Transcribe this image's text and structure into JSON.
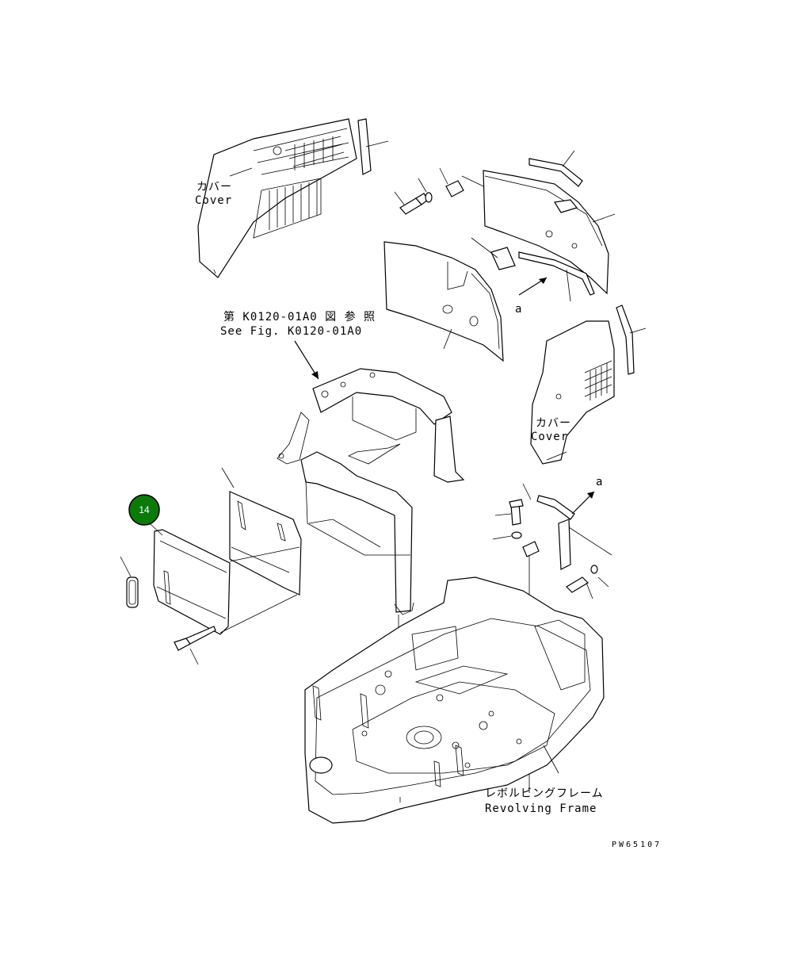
{
  "labels": {
    "cover_top_jp": "カバー",
    "cover_top_en": "Cover",
    "see_fig_jp": "第 K0120-01A0 図 参 照",
    "see_fig_en": "See Fig. K0120-01A0",
    "cover_right_jp": "カバー",
    "cover_right_en": "Cover",
    "revolving_jp": "レボルビングフレーム",
    "revolving_en": "Revolving Frame",
    "arrow_a_1": "a",
    "arrow_a_2": "a",
    "drawing_code": "PW65107"
  },
  "callouts": [
    {
      "number": "14",
      "color": "#0b7a0b"
    }
  ]
}
